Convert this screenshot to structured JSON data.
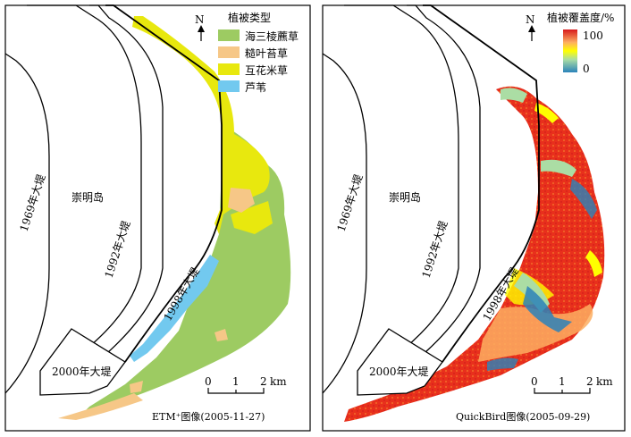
{
  "panels": [
    {
      "caption": "ETM⁺图像(2005-11-27)",
      "north": "N",
      "legend": {
        "title": "植被类型",
        "items": [
          {
            "label": "海三棱藨草",
            "color": "#9dcb62"
          },
          {
            "label": "糙叶苔草",
            "color": "#f6c787"
          },
          {
            "label": "互花米草",
            "color": "#e8e80e"
          },
          {
            "label": "芦苇",
            "color": "#72c9ef"
          }
        ]
      },
      "dikes": {
        "d1969": "1969年大堤",
        "d1992": "1992年大堤",
        "d1998": "1998年大堤",
        "d2000": "2000年大堤"
      },
      "island": "崇明岛",
      "scale": {
        "ticks": [
          "0",
          "1",
          "2"
        ],
        "unit": "km"
      }
    },
    {
      "caption": "QuickBird图像(2005-09-29)",
      "north": "N",
      "legend": {
        "title": "植被覆盖度/%",
        "max": "100",
        "min": "0",
        "ramp": [
          "#d7191c",
          "#fdae61",
          "#ffff00",
          "#abdda4",
          "#2b83ba"
        ]
      },
      "dikes": {
        "d1969": "1969年大堤",
        "d1992": "1992年大堤",
        "d1998": "1998年大堤",
        "d2000": "2000年大堤"
      },
      "island": "崇明岛",
      "scale": {
        "ticks": [
          "0",
          "1",
          "2"
        ],
        "unit": "km"
      }
    }
  ]
}
